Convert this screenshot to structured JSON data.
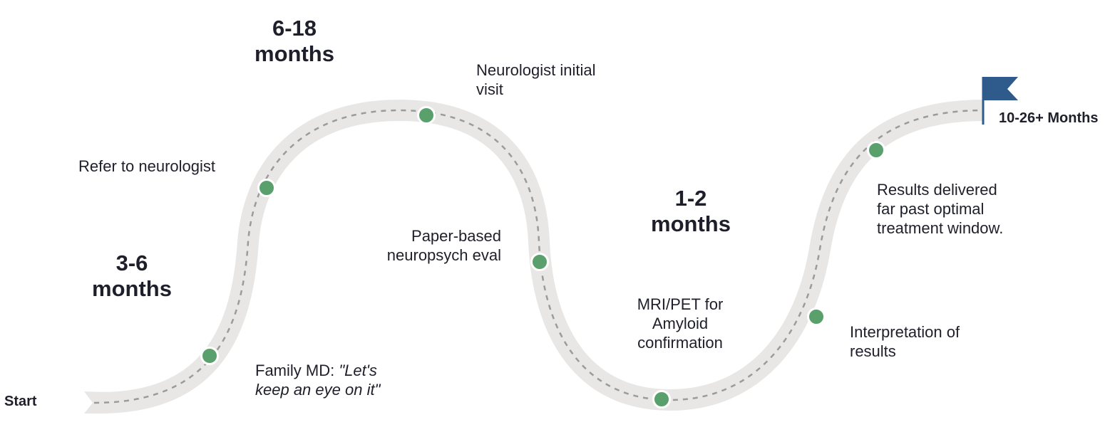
{
  "start_label": "Start",
  "end_label": "10-26+ Months",
  "durations": [
    {
      "line1": "3-6",
      "line2": "months"
    },
    {
      "line1": "6-18",
      "line2": "months"
    },
    {
      "line1": "1-2",
      "line2": "months"
    }
  ],
  "steps": [
    {
      "line1_normal": "Family MD: ",
      "line1_italic": "\"Let's",
      "line2_italic": "keep an eye on it\""
    },
    {
      "line1": "Refer to neurologist"
    },
    {
      "line1": "Neurologist initial",
      "line2": "visit"
    },
    {
      "line1": "Paper-based",
      "line2": "neuropsych eval"
    },
    {
      "line1": "MRI/PET for",
      "line2": "Amyloid",
      "line3": "confirmation"
    },
    {
      "line1": "Interpretation of",
      "line2": "results"
    },
    {
      "line1": "Results delivered",
      "line2": "far past optimal",
      "line3": "treatment window."
    }
  ],
  "colors": {
    "road": "#e8e7e6",
    "dash": "#9b9b9b",
    "milestone": "#5aa06c",
    "flag": "#2e5a8c",
    "text": "#1f1f2b"
  },
  "icons": [
    "flag-icon",
    "milestone-dot"
  ]
}
